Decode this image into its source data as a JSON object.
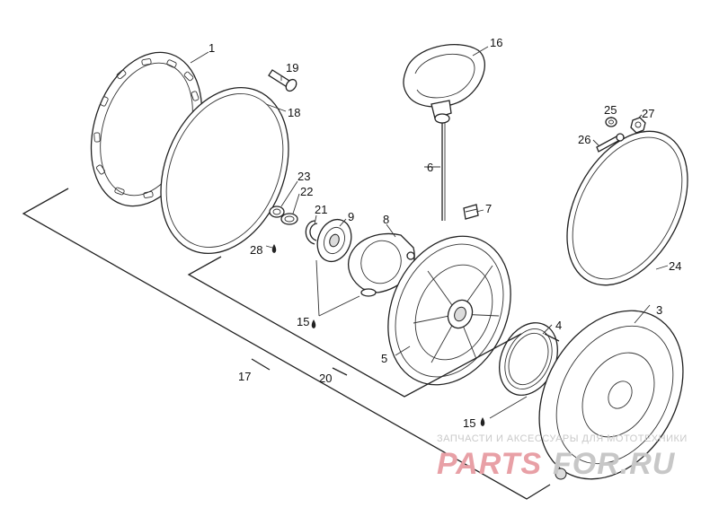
{
  "callouts": [
    {
      "id": "1",
      "label": "1"
    },
    {
      "id": "3",
      "label": "3"
    },
    {
      "id": "4",
      "label": "4"
    },
    {
      "id": "5",
      "label": "5"
    },
    {
      "id": "6",
      "label": "6"
    },
    {
      "id": "7",
      "label": "7"
    },
    {
      "id": "8",
      "label": "8"
    },
    {
      "id": "9",
      "label": "9"
    },
    {
      "id": "15a",
      "label": "15"
    },
    {
      "id": "15b",
      "label": "15"
    },
    {
      "id": "16",
      "label": "16"
    },
    {
      "id": "17",
      "label": "17"
    },
    {
      "id": "18",
      "label": "18"
    },
    {
      "id": "19",
      "label": "19"
    },
    {
      "id": "20",
      "label": "20"
    },
    {
      "id": "21",
      "label": "21"
    },
    {
      "id": "22",
      "label": "22"
    },
    {
      "id": "23",
      "label": "23"
    },
    {
      "id": "24",
      "label": "24"
    },
    {
      "id": "25",
      "label": "25"
    },
    {
      "id": "26",
      "label": "26"
    },
    {
      "id": "27",
      "label": "27"
    },
    {
      "id": "28",
      "label": "28"
    }
  ],
  "watermark": {
    "tagline": "ЗАПЧАСТИ И АКСЕССУАРЫ ДЛЯ МОТОТЕХНИКИ",
    "brand_left": "PARTS",
    "brand_right": "FOR.RU",
    "brand_left_color": "#e8a0a6",
    "brand_right_color": "#c7c7c7"
  }
}
